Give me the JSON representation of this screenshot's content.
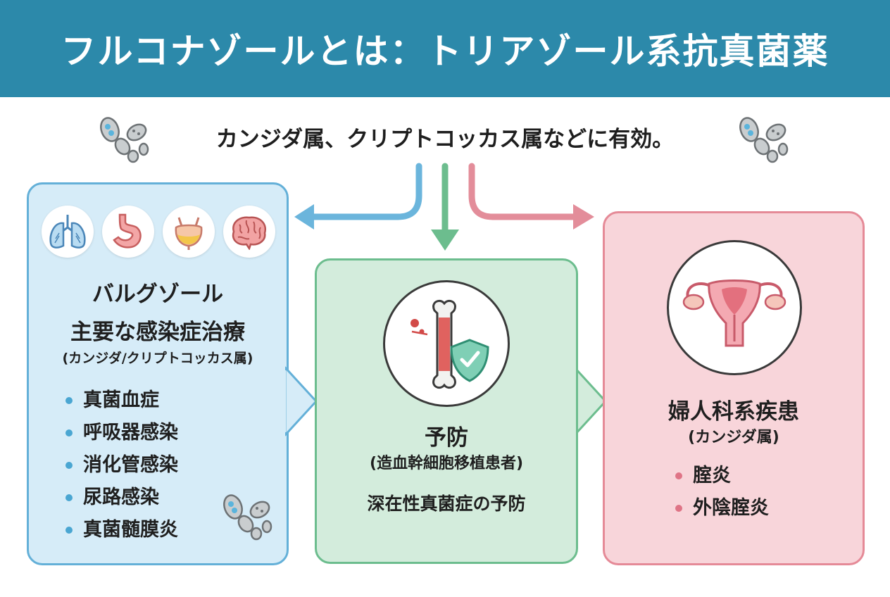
{
  "header": {
    "title": "フルコナゾールとは：トリアゾール系抗真菌薬"
  },
  "subtitle": "カンジダ属、クリプトコッカス属などに有効。",
  "colors": {
    "header": "#2c89aa",
    "blue": "#64b0d8",
    "green": "#6cbd8e",
    "pink": "#e58a97"
  },
  "panels": {
    "treatment": {
      "title_line1": "バルグゾール",
      "title_line2": "主要な感染症治療",
      "subtitle": "(カンジダ/クリプトコッカス属)",
      "items": [
        "真菌血症",
        "呼吸器感染",
        "消化管感染",
        "尿路感染",
        "真菌髄膜炎"
      ],
      "icons": [
        "lungs-icon",
        "stomach-icon",
        "bladder-icon",
        "brain-icon",
        "microbe-icon"
      ]
    },
    "prevention": {
      "title": "予防",
      "subtitle": "(造血幹細胞移植患者)",
      "description": "深在性真菌症の予防",
      "icons": [
        "bone-icon",
        "shield-check-icon"
      ]
    },
    "gynecology": {
      "title": "婦人科系疾患",
      "subtitle": "(カンジダ属)",
      "items": [
        "腟炎",
        "外陰腟炎"
      ],
      "icons": [
        "uterus-icon"
      ]
    }
  }
}
